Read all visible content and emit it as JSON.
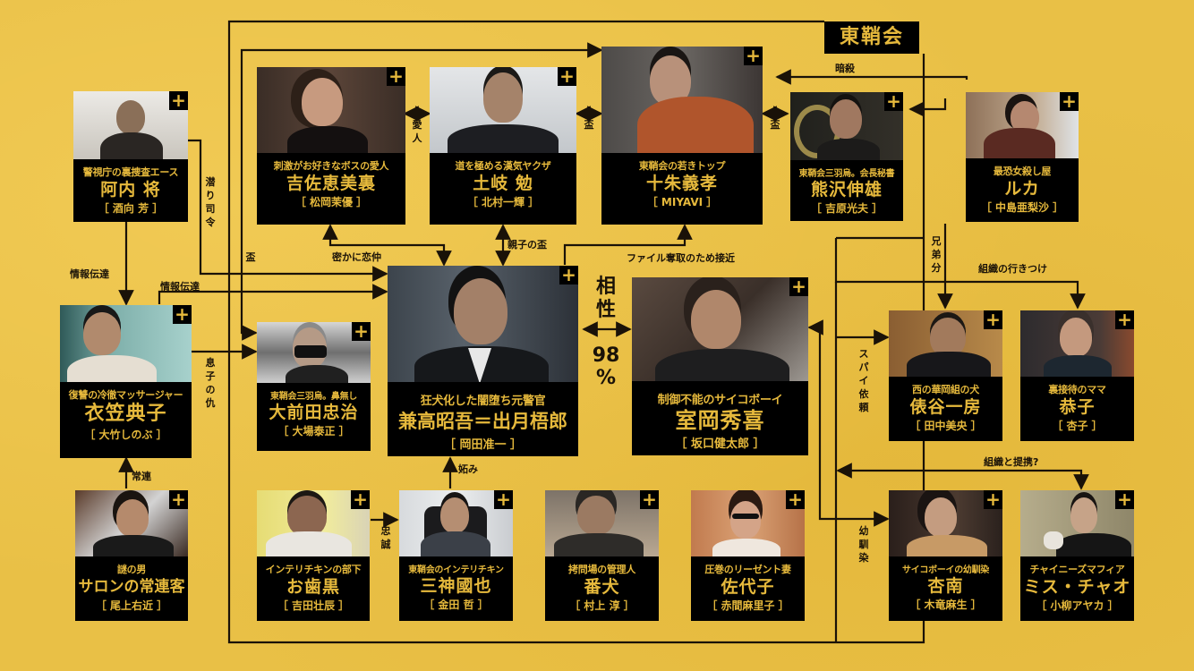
{
  "organization": {
    "label": "東鞘会"
  },
  "compatibility": {
    "label_top": "相",
    "label_mid": "性",
    "value": "98",
    "unit": "%"
  },
  "colors": {
    "background": "#e9c046",
    "card": "#000000",
    "accent_text": "#e6b93c",
    "line": "#1a1208"
  },
  "characters": {
    "ano": {
      "role": "警視庁の裏捜査エース",
      "name": "阿内 将",
      "actor": "［ 酒向 芳 ］"
    },
    "yoshisa": {
      "role": "刺激がお好きなボスの愛人",
      "name": "吉佐恵美裏",
      "actor": "［ 松岡茉優 ］"
    },
    "toki": {
      "role": "道を極める漢気ヤクザ",
      "name": "土岐 勉",
      "actor": "［ 北村一輝 ］"
    },
    "sogi": {
      "role": "東鞘会の若きトップ",
      "name": "十朱義孝",
      "actor": "［ MIYAVI ］"
    },
    "kumazawa": {
      "role": "東鞘会三羽烏。会長秘書",
      "name": "熊沢伸雄",
      "actor": "［ 吉原光夫 ］"
    },
    "ruka": {
      "role": "最恐女殺し屋",
      "name": "ルカ",
      "actor": "［ 中島亜梨沙 ］"
    },
    "kinugasa": {
      "role": "復讐の冷徹マッサージャー",
      "name": "衣笠典子",
      "actor": "［ 大竹しのぶ ］"
    },
    "omaeda": {
      "role": "東鞘会三羽烏。鼻無し",
      "name": "大前田忠治",
      "actor": "［ 大場泰正 ］"
    },
    "kanetaka": {
      "role": "狂犬化した闇堕ち元警官",
      "name": "兼高昭吾＝出月梧郎",
      "actor": "［ 岡田准一 ］"
    },
    "murooka": {
      "role": "制御不能のサイコボーイ",
      "name": "室岡秀喜",
      "actor": "［ 坂口健太郎 ］"
    },
    "tawaraya": {
      "role": "西の華岡組の犬",
      "name": "俵谷一房",
      "actor": "［ 田中美央 ］"
    },
    "kyoko": {
      "role": "裏接待のママ",
      "name": "恭子",
      "actor": "［ 杏子 ］"
    },
    "salon": {
      "role": "謎の男",
      "name": "サロンの常連客",
      "actor": "［ 尾上右近 ］"
    },
    "ohaguro": {
      "role": "インテリチキンの部下",
      "name": "お歯黒",
      "actor": "［ 吉田壮辰 ］"
    },
    "mikami": {
      "role": "東鞘会のインテリチキン",
      "name": "三神國也",
      "actor": "［ 金田 哲 ］"
    },
    "banken": {
      "role": "拷問場の管理人",
      "name": "番犬",
      "actor": "［ 村上 淳 ］"
    },
    "sayoko": {
      "role": "圧巻のリーゼント妻",
      "name": "佐代子",
      "actor": "［ 赤間麻里子 ］"
    },
    "annan": {
      "role": "サイコボーイの幼馴染",
      "name": "杏南",
      "actor": "［ 木竜麻生 ］"
    },
    "chao": {
      "role": "チャイニーズマフィア",
      "name": "ミス・チャオ",
      "actor": "［ 小柳アヤカ ］"
    }
  },
  "plus_icon": "+",
  "relations": {
    "aijin": "愛人",
    "sakazuki1": "盃",
    "sakazuki2": "盃",
    "ansatsu": "暗殺",
    "sennyu": "潜り司令",
    "sakazuki_left": "盃",
    "joho1": "情報伝達",
    "joho2": "情報伝達",
    "musuko": "息子の仇",
    "hisoka": "密かに恋仲",
    "oyako": "親子の盃",
    "file": "ファイル奪取のため接近",
    "kyodai": "兄弟分",
    "soshiki_iki": "組織の行きつけ",
    "spy": "スパイ依頼",
    "soshiki_teikei": "組織と提携?",
    "osananajimi": "幼馴染",
    "joren": "常連",
    "chusei": "忠誠",
    "netami": "妬み"
  }
}
